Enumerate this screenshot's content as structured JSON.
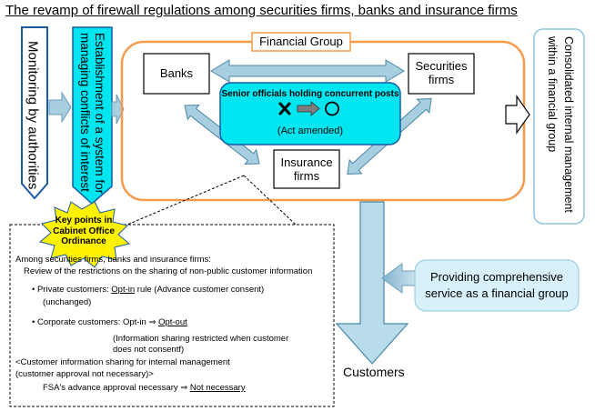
{
  "title": "The revamp of firewall regulations among securities firms, banks and insurance firms",
  "left_labels": {
    "monitoring": "Monitoring by authorities",
    "establishment_line1": "Establishment of a system for",
    "establishment_line2": "managing conflicts of interest"
  },
  "group": {
    "label": "Financial Group",
    "banks": "Banks",
    "securities_line1": "Securities",
    "securities_line2": "firms",
    "insurance_line1": "Insurance",
    "insurance_line2": "firms",
    "senior_officials": "Senior officials holding concurrent posts",
    "act_amended": "(Act amended)"
  },
  "right_label": {
    "line1": "Consolidated internal management",
    "line2": "within a financial group"
  },
  "key_points": {
    "line1": "Key points in",
    "line2": "Cabinet Office",
    "line3": "Ordinance"
  },
  "details": {
    "intro": "Among securities firms, banks and insurance firms:",
    "review": "Review of the restrictions on the sharing of non-public customer information",
    "private_prefix": "Private customers: ",
    "private_optin": "Opt-in",
    "private_suffix": " rule (Advance customer consent)",
    "private_unchanged": "(unchanged)",
    "corporate_prefix": "Corporate customers: Opt-in ⇒ ",
    "corporate_optout": "Opt-out",
    "corporate_note1": "(Information sharing restricted when customer",
    "corporate_note2": "does not consentf)",
    "sharing_line1": "<Customer information sharing for internal management",
    "sharing_line2": "(customer approval not necessary)>",
    "fsa_prefix": "FSA's advance approval necessary ⇒ ",
    "fsa_not_necessary": "Not necessary"
  },
  "providing": {
    "line1": "Providing comprehensive",
    "line2": "service as a financial group"
  },
  "customers": "Customers",
  "colors": {
    "orange": "#f59c4c",
    "cyan": "#00e6f0",
    "light_blue": "#b9dcea",
    "arrow_blue": "#a8cfe0",
    "key_yellow": "#fff200"
  }
}
